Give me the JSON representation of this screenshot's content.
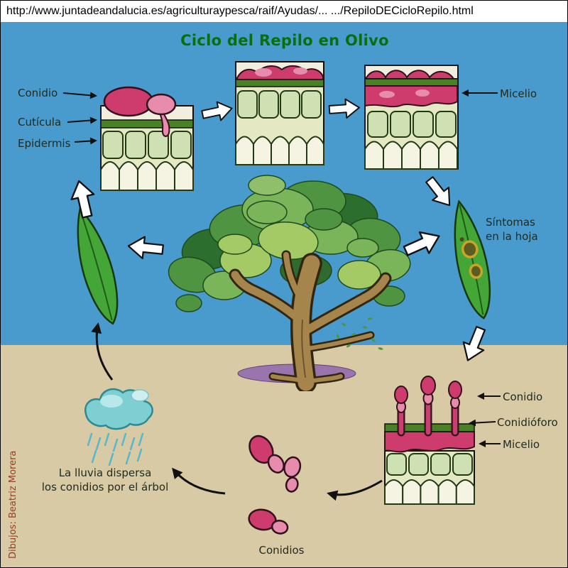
{
  "colors": {
    "sky": "#4a9bcd",
    "ground": "#d8caa4",
    "urlbar-bg": "#ffffff",
    "url-text": "#000000",
    "title-green": "#0a6e0a",
    "label-dark": "#1f2a1f",
    "credit-red": "#9c3a22",
    "spore-pink": "#ce3c6e",
    "spore-pink-light": "#e78cad",
    "cell-green": "#cfe0b2",
    "cuticle-green": "#4a8026",
    "leaf-green": "#44a636",
    "cloud-teal": "#7ecfd2"
  },
  "header": {
    "url": "http://www.juntadeandalucia.es/agriculturaypesca/raif/Ayudas/... .../RepiloDECicloRepilo.html"
  },
  "diagram": {
    "title": "Ciclo del Repilo en Olivo",
    "credit": "Dibujos: Beatriz Morera",
    "labels": {
      "conidio_top": "Conidio",
      "cuticula": "Cutícula",
      "epidermis": "Epidermis",
      "micelio_top": "Micelio",
      "sintomas": "Síntomas\nen la hoja",
      "conidio_bottom": "Conidio",
      "conidioforo": "Conidióforo",
      "micelio_bottom": "Micelio",
      "lluvia": "La lluvia dispersa\nlos conidios por el árbol",
      "conidios": "Conidios"
    }
  }
}
